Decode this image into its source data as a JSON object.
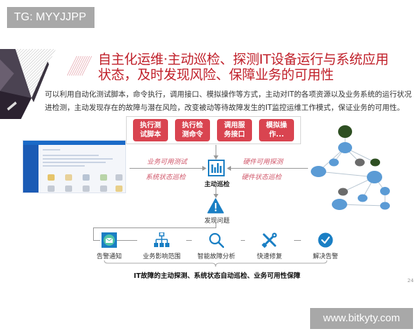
{
  "watermarks": {
    "top": "TG: MYYJJPP",
    "bottom": "www.bitkyty.com"
  },
  "slide": {
    "title_line1": "自主化运维·主动巡检、探测IT设备运行与系统应用",
    "title_line2": "状态，及时发现风险、保障业务的可用性",
    "intro": "可以利用自动化测试脚本，命令执行，调用接口、模拟操作等方式，主动对IT的各项资源以及业务系统的运行状况进检测，主动发现存在的故障与潜在风险，改变被动等待故障发生的IT监控运维工作模式，保证业务的可用性。",
    "page_number": "24",
    "colors": {
      "title_red": "#c0202a",
      "button_red": "#d94450",
      "label_pink": "#d0576a",
      "icon_blue": "#1a7fc4"
    }
  },
  "actions": [
    {
      "line1": "执行测",
      "line2": "试脚本"
    },
    {
      "line1": "执行检",
      "line2": "测命令"
    },
    {
      "line1": "调用服",
      "line2": "务接口"
    },
    {
      "line1": "模拟操",
      "line2": "作..."
    }
  ],
  "flow": {
    "left_labels": [
      "业务可用测试",
      "系统状态巡检"
    ],
    "right_labels": [
      "硬件可用探测",
      "硬件状态巡检"
    ],
    "center_label": "主动巡检",
    "center_icon": "bar-chart-icon",
    "issue_label": "发现问题",
    "issue_icon": "warning-icon"
  },
  "steps": [
    {
      "label": "告警通知",
      "icon": "mail-icon"
    },
    {
      "label": "业务影响范围",
      "icon": "org-chart-icon"
    },
    {
      "label": "智能故障分析",
      "icon": "magnifier-icon"
    },
    {
      "label": "快速修复",
      "icon": "tools-icon"
    },
    {
      "label": "解决告警",
      "icon": "check-circle-icon"
    }
  ],
  "summary": "IT故障的主动探测、系统状态自动巡检、业务可用性保障"
}
